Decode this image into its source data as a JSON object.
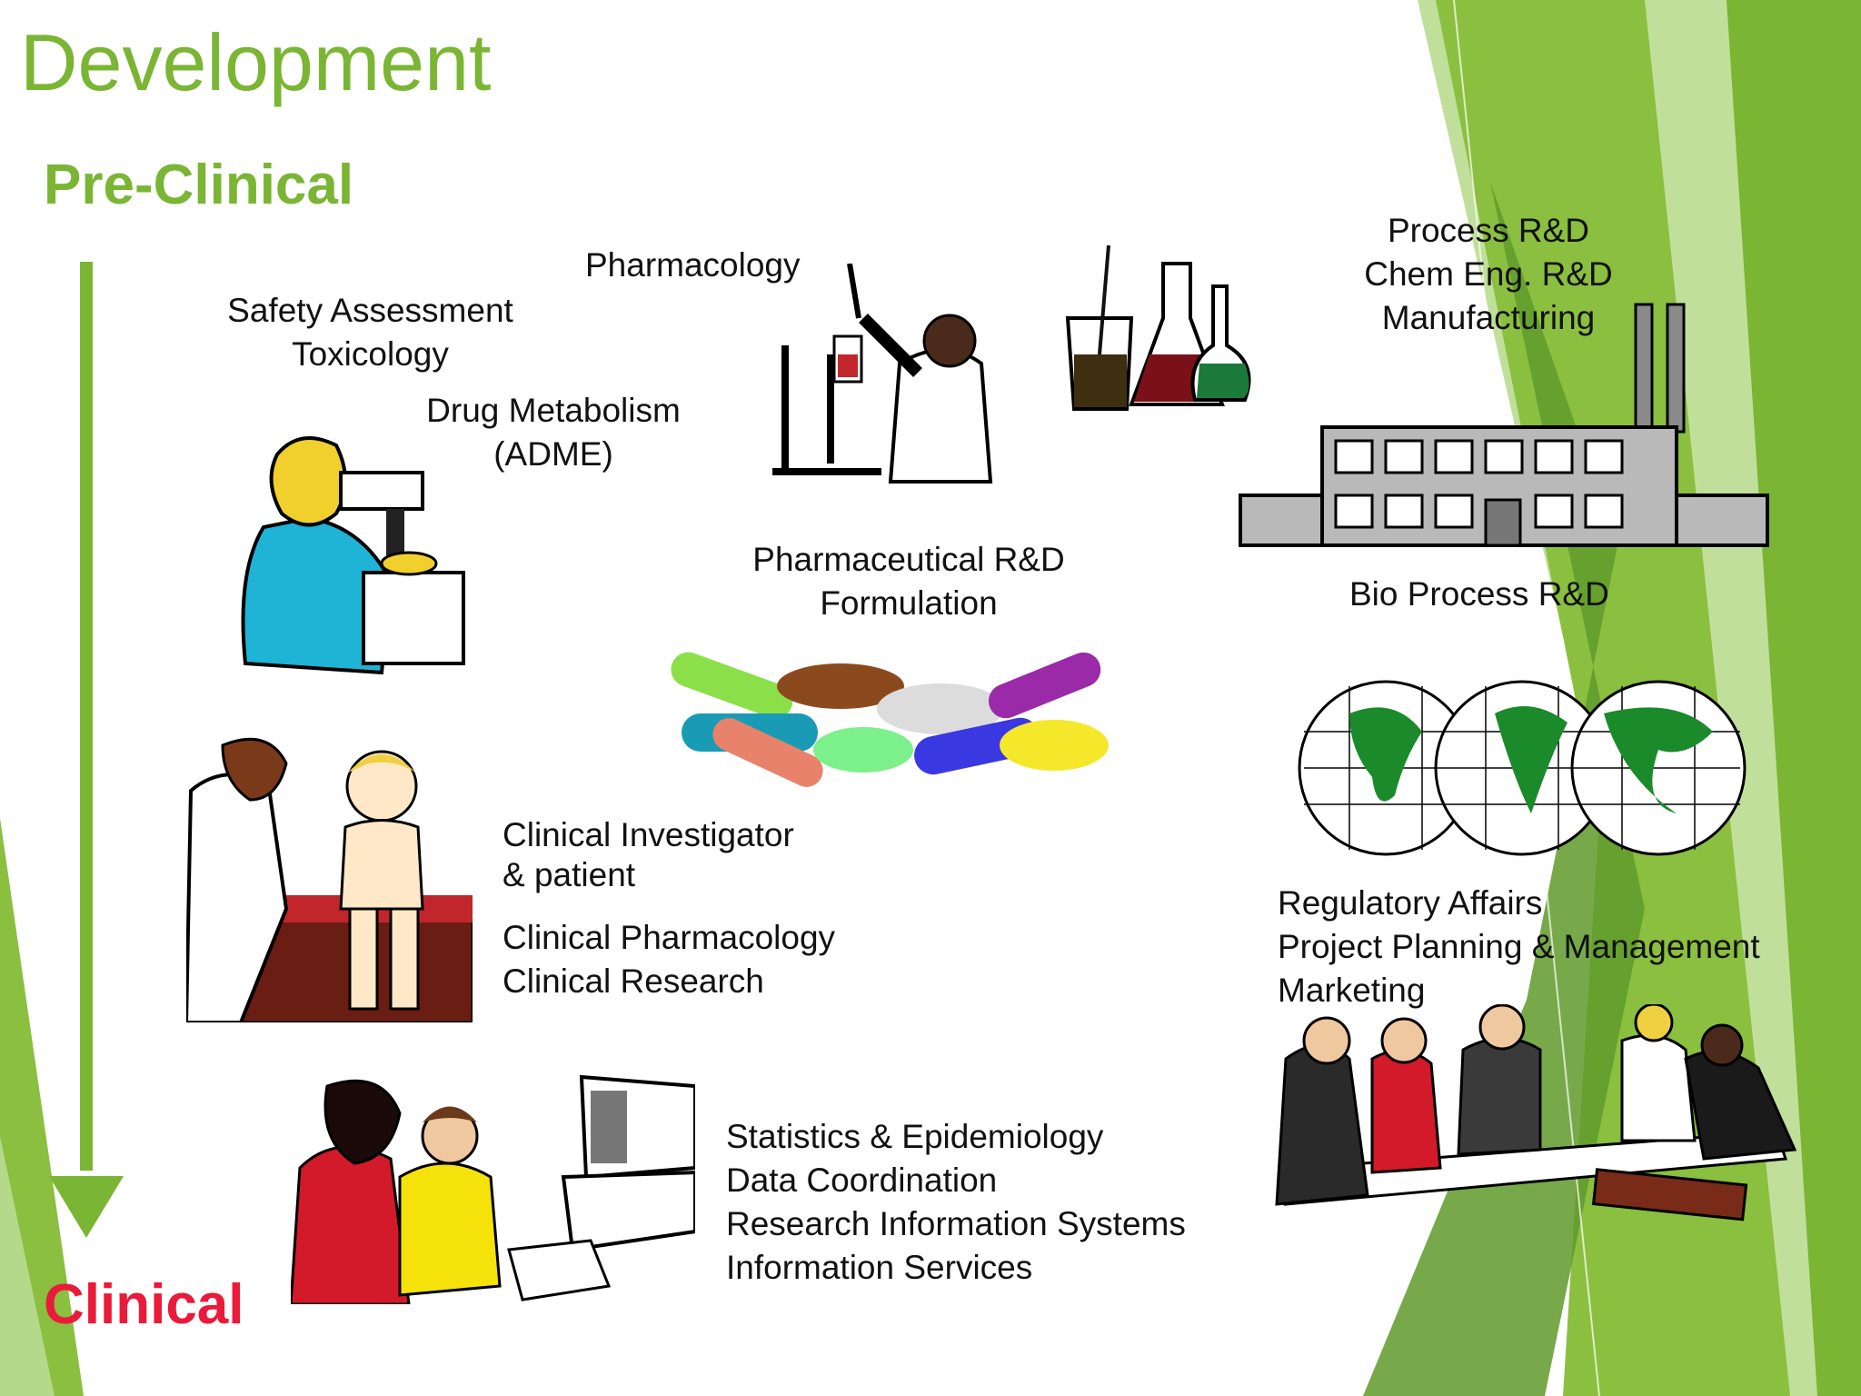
{
  "slide": {
    "title": "Development",
    "stage_start": "Pre-Clinical",
    "stage_end": "Clinical",
    "colors": {
      "title_green": "#7ab534",
      "clinical_red": "#ea1a3a",
      "arrow_green": "#7ab534",
      "deco_light_green": "#b5d98a",
      "deco_green": "#8bbf3f",
      "deco_dark_green": "#5f9a2c"
    }
  },
  "labels": {
    "safety_1": "Safety Assessment",
    "safety_2": "Toxicology",
    "pharmacology": "Pharmacology",
    "dm_1": "Drug Metabolism",
    "dm_2": "(ADME)",
    "process_1": "Process R&D",
    "process_2": "Chem Eng. R&D",
    "process_3": "Manufacturing",
    "pharm_rd_1": "Pharmaceutical R&D",
    "pharm_rd_2": "Formulation",
    "bio_process": "Bio Process R&D",
    "clin_inv_1": "Clinical Investigator",
    "clin_inv_2": "& patient",
    "clin_pharm": "Clinical Pharmacology",
    "clin_research": "Clinical Research",
    "reg_1": "Regulatory Affairs",
    "reg_2": "Project Planning & Management",
    "reg_3": "Marketing",
    "stats_1": "Statistics & Epidemiology",
    "stats_2": "Data Coordination",
    "stats_3": "Research Information Systems",
    "stats_4": "Information Services"
  },
  "images": [
    "scientist-microscope-clipart",
    "scientist-lab-apparatus-clipart",
    "lab-flasks-clipart",
    "factory-clipart",
    "pills-capsules-clipart",
    "world-map-globe-clipart",
    "doctor-child-patient-clipart",
    "business-meeting-clipart",
    "women-at-computer-clipart"
  ]
}
